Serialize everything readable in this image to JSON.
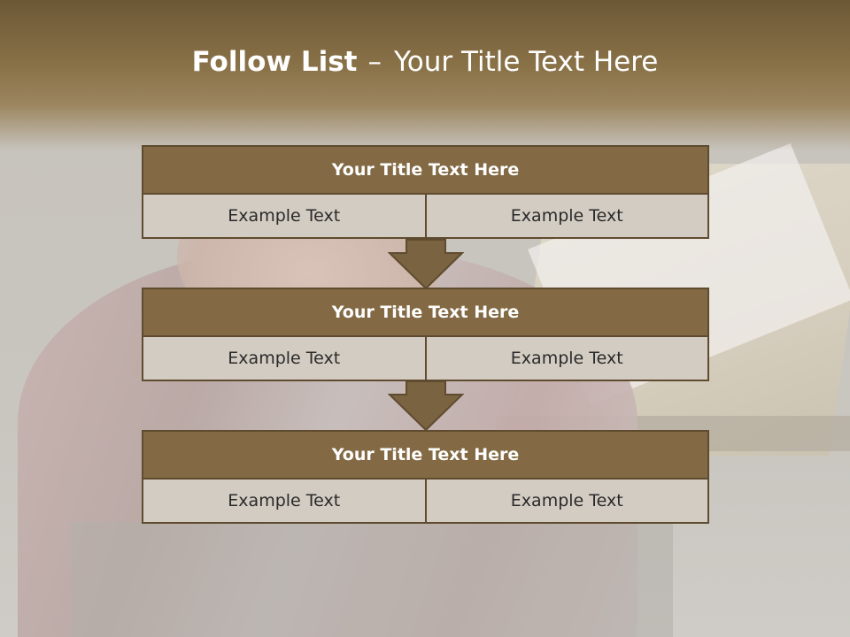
{
  "slide": {
    "title_bold": "Follow List",
    "title_dash": "–",
    "title_rest": "Your Title Text Here"
  },
  "blocks": [
    {
      "title": "Your Title Text Here",
      "left": "Example Text",
      "right": "Example Text"
    },
    {
      "title": "Your Title Text Here",
      "left": "Example Text",
      "right": "Example Text"
    },
    {
      "title": "Your Title Text Here",
      "left": "Example Text",
      "right": "Example Text"
    }
  ],
  "colors": {
    "header_fill": "#836a44",
    "border": "#5f4b2f",
    "cell_fill": "#d3ccc2",
    "arrow_fill": "#7a6340"
  }
}
